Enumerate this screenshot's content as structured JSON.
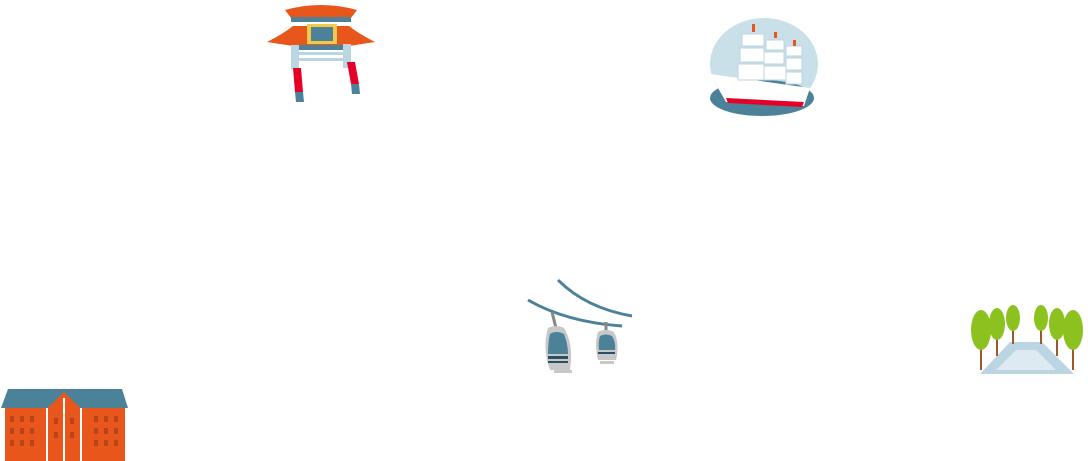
{
  "illustrations": [
    {
      "id": "chinatown-gate",
      "icon": "chinatown-gate-icon"
    },
    {
      "id": "sailing-ship",
      "icon": "sailing-ship-icon"
    },
    {
      "id": "ropeway",
      "icon": "cable-car-icon"
    },
    {
      "id": "red-brick-warehouse",
      "icon": "brick-warehouse-icon"
    },
    {
      "id": "park",
      "icon": "park-trees-icon"
    }
  ],
  "colors": {
    "orange": "#e8561c",
    "teal": "#4b8199",
    "red": "#e5002a",
    "light_blue": "#bcd5e2",
    "sky": "#c9e0e8",
    "green": "#8cc21f",
    "brown": "#9a5a2a",
    "gray": "#c8c8c8"
  }
}
